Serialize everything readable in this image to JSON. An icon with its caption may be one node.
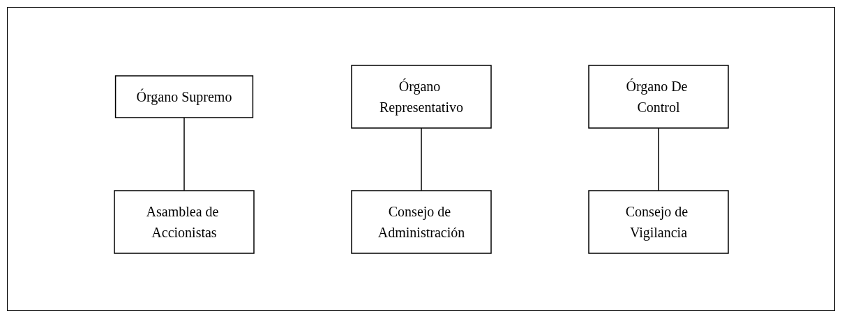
{
  "diagram": {
    "nodes": [
      {
        "text": [
          "Órgano Supremo"
        ]
      },
      {
        "text": [
          "Órgano Representativo"
        ]
      },
      {
        "text": [
          "Órgano De Control"
        ]
      },
      {
        "text": [
          "Asamblea de Accionistas"
        ]
      },
      {
        "text": [
          "Consejo de Administración"
        ]
      },
      {
        "text": [
          "Consejo de Vigilancia"
        ]
      }
    ],
    "edges": [
      {
        "from": 0,
        "to": 3,
        "arrow": "none"
      },
      {
        "from": 1,
        "to": 4,
        "arrow": "none"
      },
      {
        "from": 2,
        "to": 5,
        "arrow": "none"
      }
    ]
  }
}
